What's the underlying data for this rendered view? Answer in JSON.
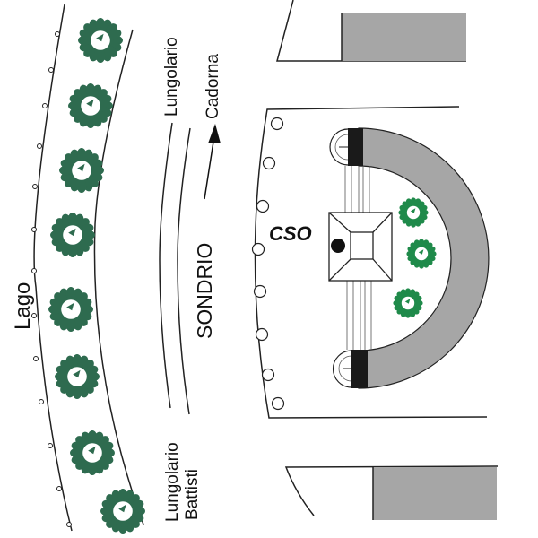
{
  "labels": {
    "lake": "Lago",
    "street_north_1": "Lungolario",
    "street_north_2": "Cadorna",
    "direction": "SONDRIO",
    "venue": "CSO",
    "street_south_1": "Lungolario",
    "street_south_2": "Battisti"
  },
  "colors": {
    "tree": "#2e6b4f",
    "tree_small": "#1f8a4a",
    "building": "#a6a6a6",
    "line": "#222222"
  },
  "icons": {
    "tree": "tree-icon",
    "lamp": "lamp-post-icon",
    "arrow": "direction-arrow-icon",
    "marker": "location-marker-icon"
  }
}
